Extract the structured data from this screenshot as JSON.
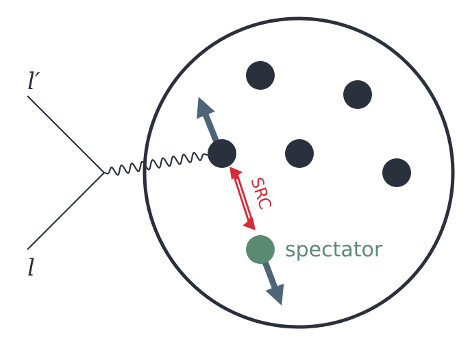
{
  "labels": {
    "outgoing_lepton": "l′",
    "incoming_lepton": "l",
    "src": "SRC",
    "spectator": "spectator"
  },
  "colors": {
    "outline": "#2a303c",
    "nucleon": "#2a303c",
    "momentum_arrow": "#4d6577",
    "src_arrow": "#d42d3a",
    "spectator": "#5a8a74",
    "background": "#ffffff"
  }
}
